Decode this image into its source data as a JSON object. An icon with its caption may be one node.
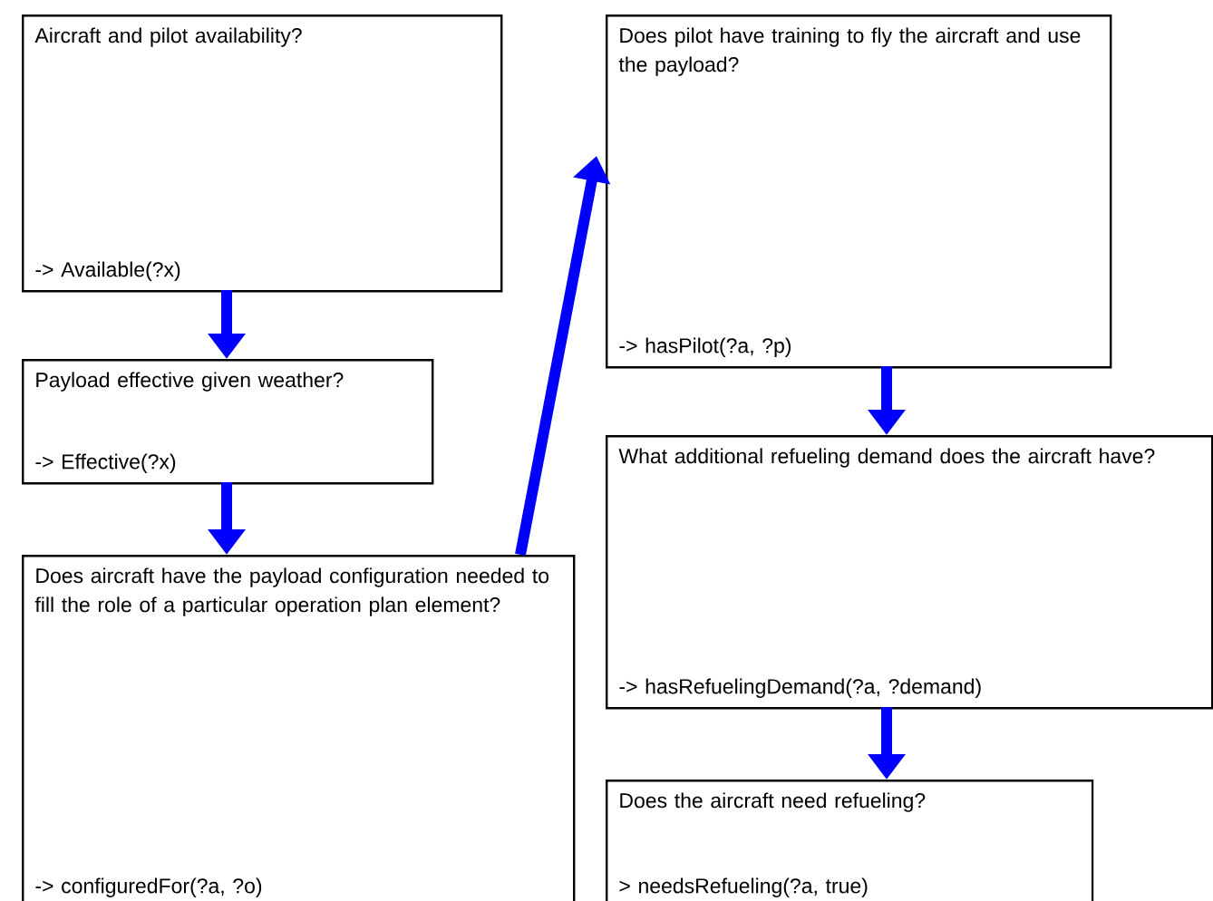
{
  "diagram": {
    "nodes": [
      {
        "text": [
          "Aircraft and pilot availability?",
          "-> Available(?x)"
        ]
      },
      {
        "text": [
          "Payload effective given weather?",
          "-> Effective(?x)"
        ]
      },
      {
        "text": [
          "Does aircraft have the payload configuration needed to fill the role of a particular operation plan element?",
          "-> configuredFor(?a, ?o)"
        ]
      },
      {
        "text": [
          "Does pilot have training to fly the aircraft and use the payload?",
          "-> hasPilot(?a, ?p)"
        ]
      },
      {
        "text": [
          "What additional refueling demand does the aircraft have?",
          "-> hasRefuelingDemand(?a, ?demand)"
        ]
      },
      {
        "text": [
          "Does the aircraft need refueling?",
          "> needsRefueling(?a, true)"
        ]
      }
    ],
    "edges": [
      {
        "from": 0,
        "to": 1,
        "arrow": "to"
      },
      {
        "from": 1,
        "to": 2,
        "arrow": "to"
      },
      {
        "from": 2,
        "to": 3,
        "arrow": "to"
      },
      {
        "from": 3,
        "to": 4,
        "arrow": "to"
      },
      {
        "from": 4,
        "to": 5,
        "arrow": "to"
      }
    ]
  }
}
